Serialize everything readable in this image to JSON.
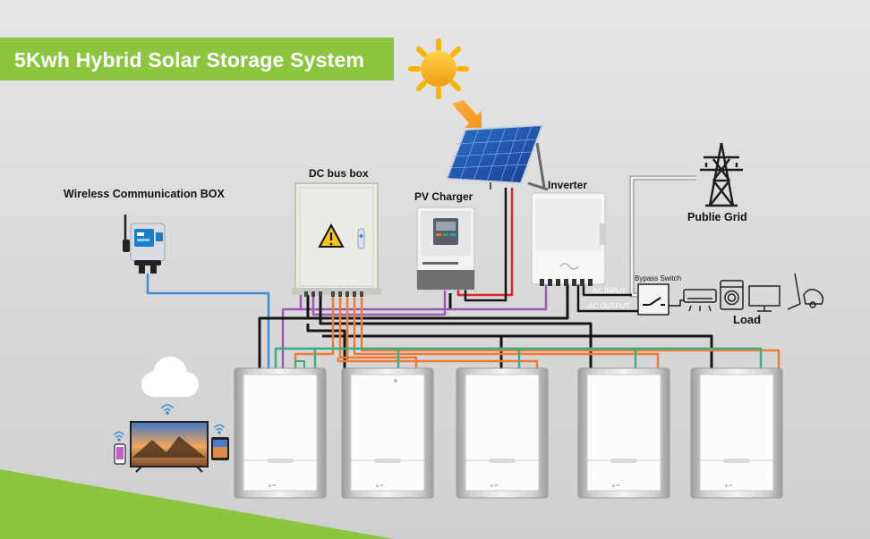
{
  "title": "5Kwh Hybrid Solar Storage System",
  "labels": {
    "wireless_box": "Wireless Communication BOX",
    "dc_bus_box": "DC bus box",
    "pv_charger": "PV Charger",
    "inverter": "Inverter",
    "public_grid": "Publie Grid",
    "bypass_switch": "Bypass Switch",
    "ac_input": "AC INPUT",
    "ac_output": "AC OUTPUT",
    "load": "Load"
  },
  "colors": {
    "banner": "#8cc63f",
    "black_cable": "#151515",
    "orange_cable": "#f07a34",
    "green_cable": "#35ae86",
    "purple_cable": "#9b59b6",
    "blue_cable": "#3a8fd9",
    "red_cable": "#d8262b",
    "sun": "#f7b500"
  },
  "icons": [
    "sun-icon",
    "solar-panel-icon",
    "warning-icon",
    "transmission-tower-icon",
    "wifi-icon",
    "cloud-icon",
    "air-conditioner-icon",
    "washing-machine-icon",
    "monitor-icon",
    "vacuum-cleaner-icon",
    "phone-icon",
    "tablet-icon",
    "tv-icon"
  ]
}
